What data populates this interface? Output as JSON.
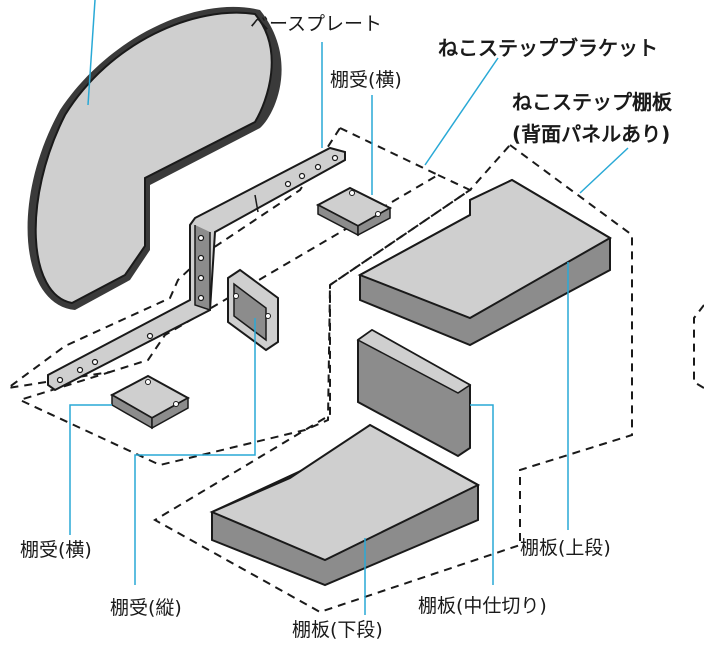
{
  "labels": {
    "base_plate": "ベースプレート",
    "shelf_support_h_top": "棚受(横)",
    "bracket": "ねこステップブラケット",
    "shelf_board_line1": "ねこステップ棚板",
    "shelf_board_line2": "(背面パネルあり)",
    "shelf_support_h_bottom": "棚受(横)",
    "shelf_support_v": "棚受(縦)",
    "shelf_upper": "棚板(上段)",
    "shelf_middle_divider": "棚板(中仕切り)",
    "shelf_lower": "棚板(下段)"
  },
  "colors": {
    "leader": "#29a9d6",
    "part_fill": "#cfcfcf",
    "part_side": "#8c8c8c",
    "outline": "#1a1a1a"
  }
}
